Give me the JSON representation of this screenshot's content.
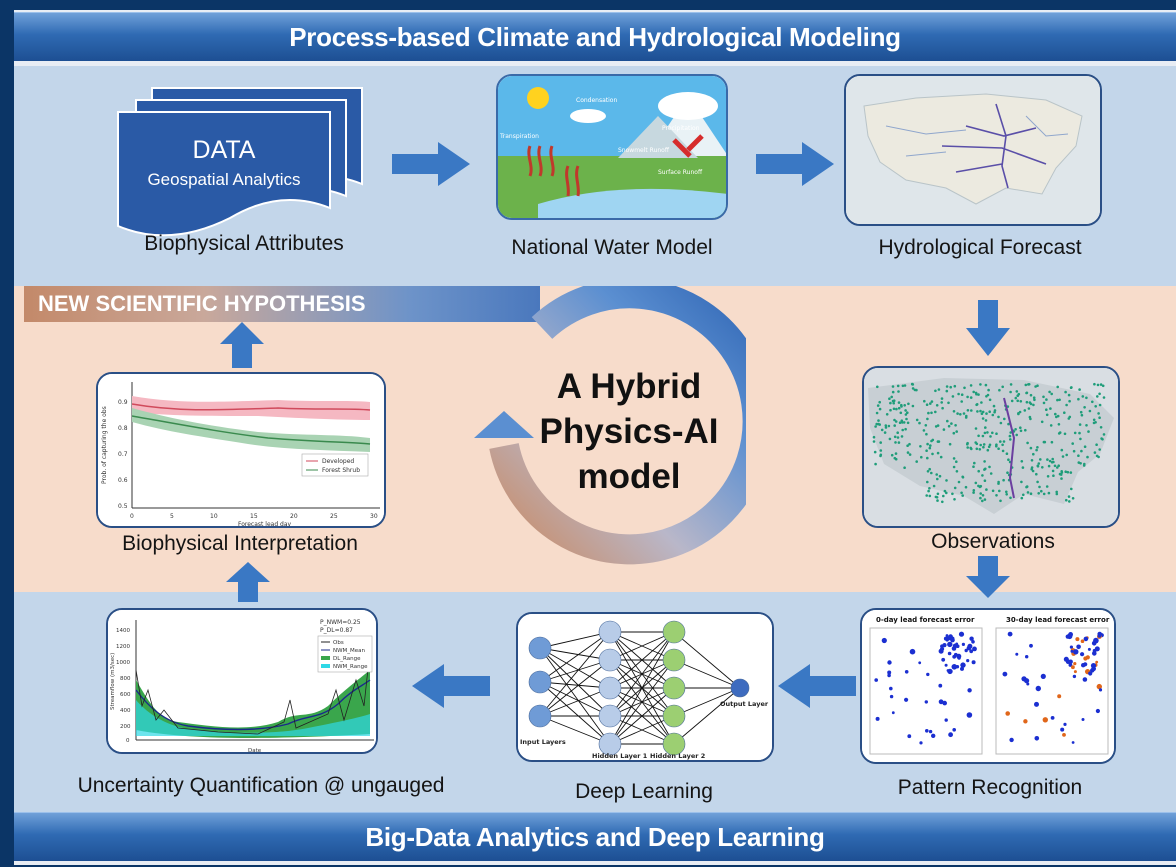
{
  "banners": {
    "top": "Process-based Climate and Hydrological Modeling",
    "bottom": "Big-Data Analytics and Deep Learning"
  },
  "hypothesis": "NEW SCIENTIFIC HYPOTHESIS",
  "center": {
    "line1": "A Hybrid",
    "line2": "Physics-AI",
    "line3": "model"
  },
  "data_doc": {
    "title": "DATA",
    "subtitle": "Geospatial Analytics"
  },
  "labels": {
    "biophysical_attributes": "Biophysical Attributes",
    "national_water_model": "National Water Model",
    "hydrological_forecast": "Hydrological Forecast",
    "observations": "Observations",
    "biophysical_interpretation": "Biophysical Interpretation",
    "pattern_recognition": "Pattern Recognition",
    "deep_learning": "Deep Learning",
    "uncertainty": "Uncertainty Quantification @ ungauged"
  },
  "water_cycle": {
    "condensation": "Condensation",
    "transpiration": "Transpiration",
    "precipitation": "Precipitation",
    "snowmelt": "Snowmelt Runoff",
    "surface": "Surface Runoff"
  },
  "nn": {
    "input": "Input Layers",
    "hidden1": "Hidden Layer 1",
    "hidden2": "Hidden Layer 2",
    "output": "Output Layer"
  },
  "pattern": {
    "left_title": "0-day lead forecast error",
    "right_title": "30-day lead forecast error"
  },
  "interp_chart": {
    "ylabel": "Prob. of capturing the obs",
    "xlabel": "Forecast lead day",
    "legend": [
      "Developed",
      "Forest Shrub"
    ],
    "yticks": [
      "0.9",
      "0.8",
      "0.7",
      "0.6",
      "0.5"
    ],
    "xticks": [
      "0",
      "5",
      "10",
      "15",
      "20",
      "25",
      "30"
    ]
  },
  "uq_chart": {
    "ylabel": "Streamflow (m3/sec)",
    "xlabel": "Date",
    "annotation1": "P_NWM=0.25",
    "annotation2": "P_DL=0.87",
    "legend": [
      "Obs",
      "NWM_Mean",
      "DL_Range",
      "NWM_Range"
    ],
    "yticks": [
      "1400",
      "1200",
      "1000",
      "800",
      "600",
      "400",
      "200",
      "0"
    ]
  },
  "colors": {
    "frame": "#0b3566",
    "arrow": "#3a78c4",
    "band_blue": "#c3d6ea",
    "band_peach": "#f7dccb"
  }
}
